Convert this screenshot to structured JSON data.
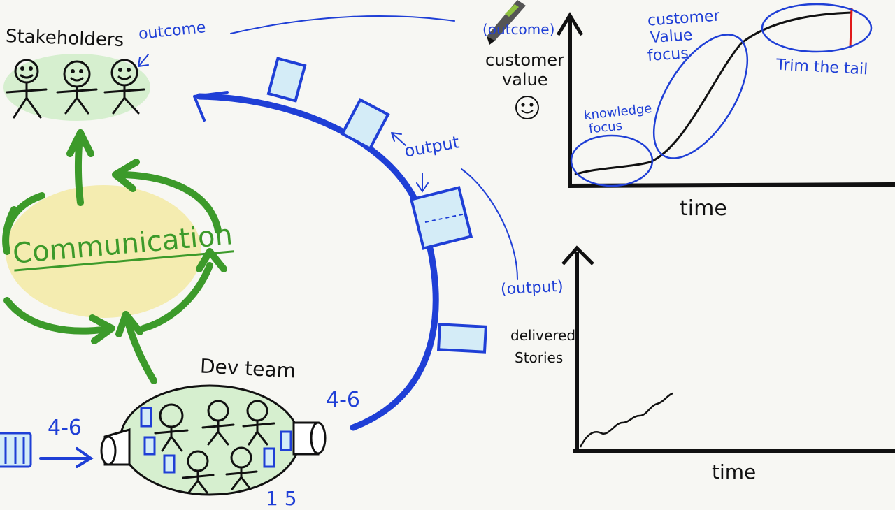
{
  "labels": {
    "stakeholders": "Stakeholders",
    "outcome_top": "outcome",
    "communication": "Communication",
    "dev_team": "Dev team",
    "output_mid": "output",
    "output_paren": "(output)",
    "delivered_stories_line1": "delivered",
    "delivered_stories_line2": "Stories",
    "input_count": "4-6",
    "output_count": "4-6",
    "outcome_paren": "(outcome)",
    "customer_value_line1": "customer",
    "customer_value_line2": "value",
    "customer_value_focus_line1": "customer",
    "customer_value_focus_line2": "Value",
    "customer_value_focus_line3": "focus",
    "knowledge_focus_line1": "knowledge",
    "knowledge_focus_line2": "focus",
    "trim_the_tail": "Trim the tail",
    "time_top": "time",
    "time_bottom": "time",
    "bottom_cut": "1 5"
  },
  "colors": {
    "ink_black": "#111111",
    "ink_blue": "#1f3fd6",
    "ink_green": "#3c9a2a",
    "marker_red": "#e01919",
    "fill_green": "#d6efcf",
    "fill_yellow": "#f4ecb0",
    "fill_lightblue": "#d4ecf7"
  },
  "icons": {
    "smiley": "smiley-face-icon",
    "pen": "pen-cursor-icon"
  }
}
